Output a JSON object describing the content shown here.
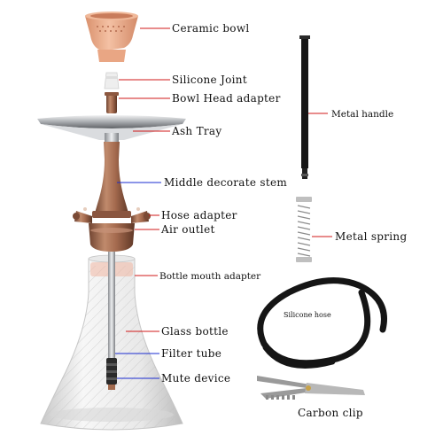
{
  "colors": {
    "leader_red": "#d01818",
    "leader_blue": "#1a2bd0",
    "bronze": "#a86f52",
    "ceramic": "#ecae8e",
    "metal": "#c7c9cc",
    "glass": "#dcdcdc",
    "hose": "#151515"
  },
  "labels": {
    "ceramic_bowl": "Ceramic bowl",
    "silicone_joint": "Silicone Joint",
    "bowl_head_adapter": "Bowl Head adapter",
    "ash_tray": "Ash Tray",
    "middle_decorate_stem": "Middle decorate stem",
    "hose_adapter": "Hose adapter",
    "air_outlet": "Air outlet",
    "bottle_mouth_adapter": "Bottle mouth adapter",
    "glass_bottle": "Glass bottle",
    "filter_tube": "Filter tube",
    "mute_device": "Mute device",
    "metal_handle": "Metal handle",
    "metal_spring": "Metal spring",
    "silicone_hose": "Silicone hose",
    "carbon_clip": "Carbon clip"
  }
}
